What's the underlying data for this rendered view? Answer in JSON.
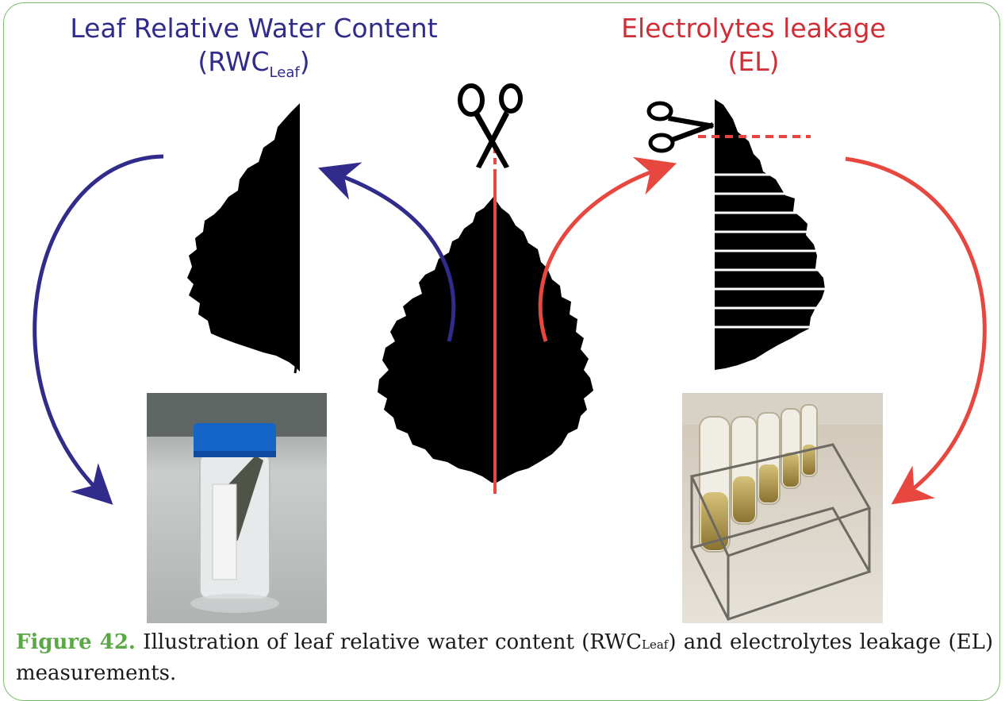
{
  "left_panel": {
    "title": "Leaf Relative Water Content",
    "abbrev_main": "(RWC",
    "abbrev_sub": "Leaf",
    "abbrev_close": ")"
  },
  "right_panel": {
    "title": "Electrolytes leakage",
    "abbrev": "(EL)"
  },
  "caption": {
    "figure_label": "Figure 42.",
    "text_before_sub": " Illustration of leaf relative water content (RWC",
    "sub": "Leaf",
    "text_after_sub": ") and electrolytes leakage (EL) measurements."
  },
  "colors": {
    "rwc": "#312b8c",
    "el": "#cf2e36",
    "arrow_red": "#e8473f",
    "figure_label": "#5aa845",
    "frame": "#7bbf6a"
  },
  "icons": [
    "scissors-icon",
    "scissors-icon"
  ],
  "photos": [
    "sample-tube-photo",
    "test-tubes-rack-photo"
  ]
}
